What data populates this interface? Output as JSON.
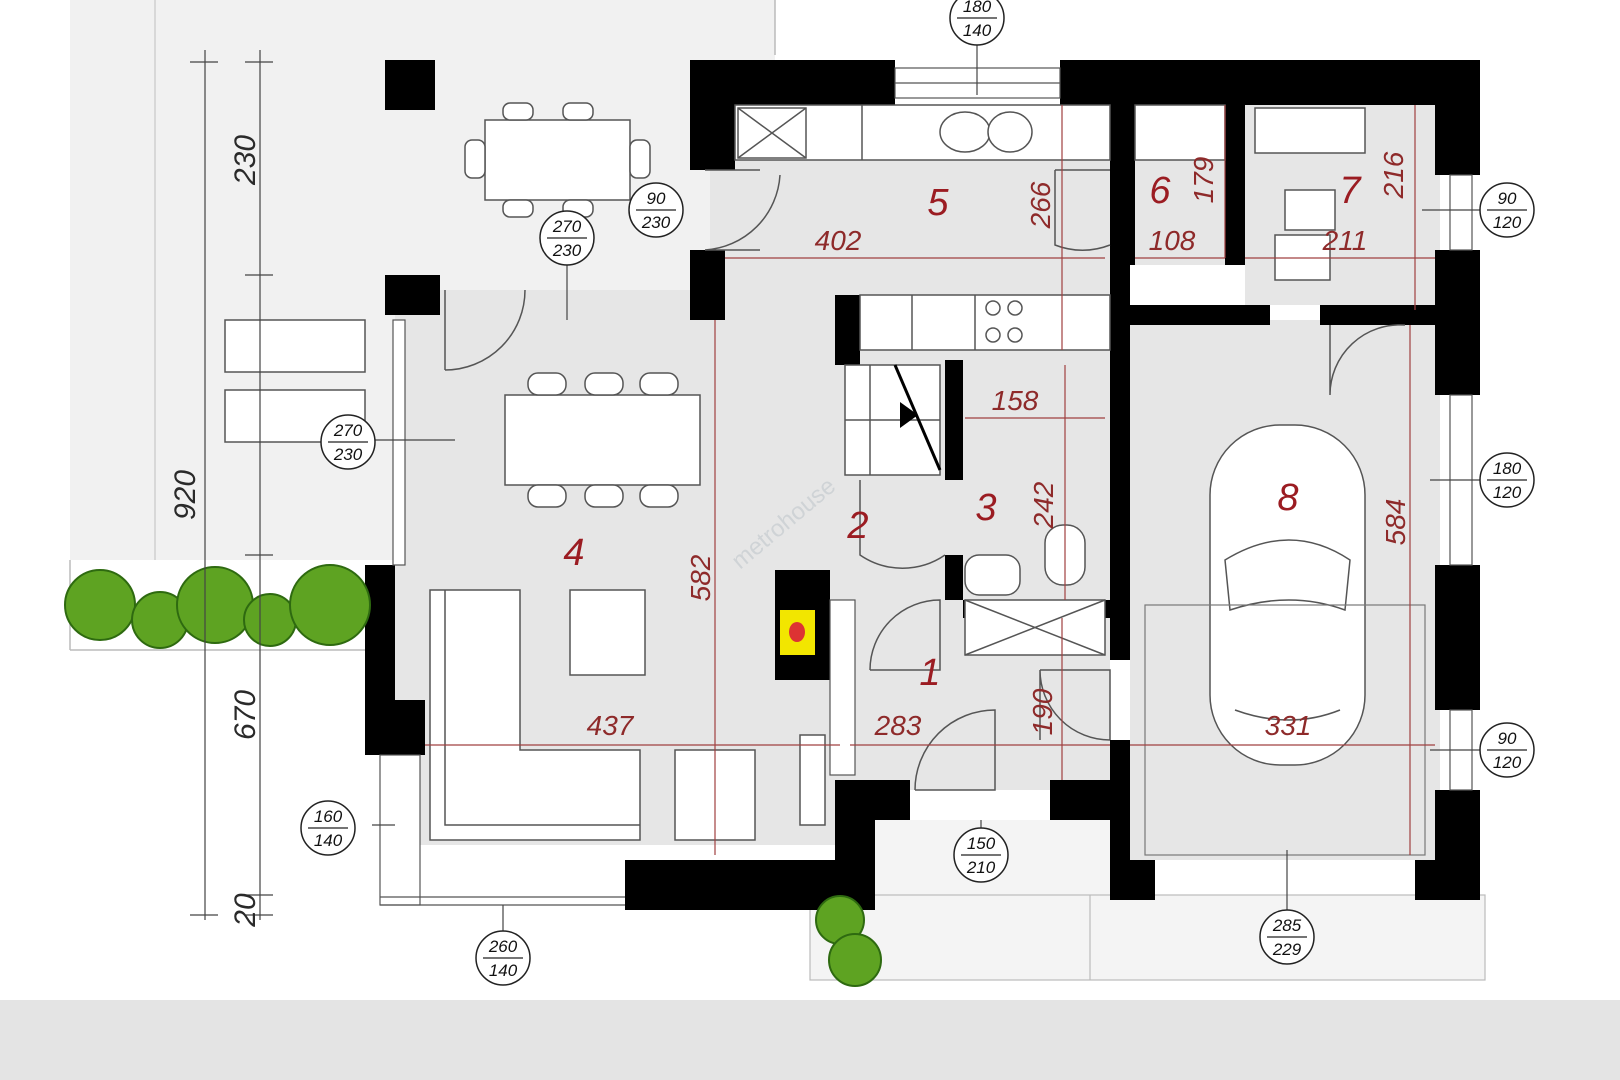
{
  "watermark": "metrohouse",
  "room_numbers": [
    "1",
    "2",
    "3",
    "4",
    "5",
    "6",
    "7",
    "8"
  ],
  "interior_dimensions": [
    "402",
    "266",
    "108",
    "179",
    "211",
    "216",
    "158",
    "242",
    "582",
    "584",
    "437",
    "283",
    "190",
    "331"
  ],
  "site_dimensions": [
    "230",
    "920",
    "670",
    "20"
  ],
  "openings": [
    {
      "top": "180",
      "bottom": "140"
    },
    {
      "top": "90",
      "bottom": "230"
    },
    {
      "top": "270",
      "bottom": "230"
    },
    {
      "top": "270",
      "bottom": "230"
    },
    {
      "top": "90",
      "bottom": "120"
    },
    {
      "top": "180",
      "bottom": "120"
    },
    {
      "top": "90",
      "bottom": "120"
    },
    {
      "top": "160",
      "bottom": "140"
    },
    {
      "top": "150",
      "bottom": "210"
    },
    {
      "top": "260",
      "bottom": "140"
    },
    {
      "top": "285",
      "bottom": "229"
    }
  ],
  "colors": {
    "walls": "#000000",
    "floor": "#e6e6e6",
    "labels": "#9b1c22",
    "plants": "#5ea322",
    "fireplace": "#f2e600"
  }
}
